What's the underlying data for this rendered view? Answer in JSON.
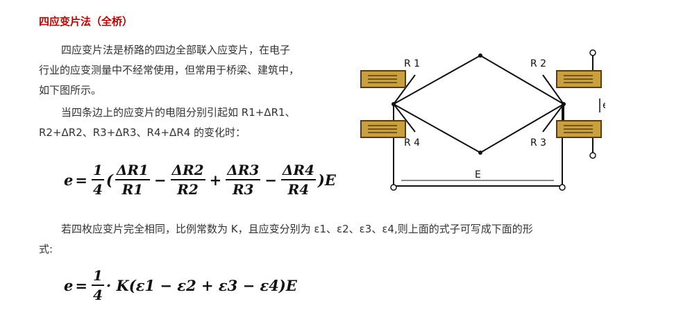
{
  "title": "四应变片法（全桥）",
  "intro": {
    "lines": [
      "四应变片法是桥路的四边全部联入应变片，在电子",
      "行业的应变测量中不经常使用，但常用于桥梁、建筑中，",
      "如下图所示。"
    ]
  },
  "condition": {
    "lines": [
      "当四条边上的应变片的电阻分别引起如 R1+ΔR1、",
      "R2+ΔR2、R3+ΔR3、R4+ΔR4 的变化时："
    ]
  },
  "formula1": {
    "lhs": "e",
    "eq": "=",
    "coef_num": "1",
    "coef_den": "4",
    "open": "(",
    "terms": [
      {
        "sign": "",
        "num": "ΔR1",
        "den": "R1"
      },
      {
        "sign": "−",
        "num": "ΔR2",
        "den": "R2"
      },
      {
        "sign": "+",
        "num": "ΔR3",
        "den": "R3"
      },
      {
        "sign": "−",
        "num": "ΔR4",
        "den": "R4"
      }
    ],
    "close": ")E"
  },
  "same": {
    "lines": [
      "若四枚应变片完全相同，比例常数为 K，且应变分别为 ε1、ε2、ε3、ε4,则上面的式子可写成下面的形",
      "式:"
    ]
  },
  "formula2": {
    "lhs": "e",
    "eq": "=",
    "coef_num": "1",
    "coef_den": "4",
    "rest": "· K(ε1 − ε2 + ε3 − ε4)E"
  },
  "circuit": {
    "labels": {
      "r1": "R 1",
      "r2": "R 2",
      "r3": "R 3",
      "r4": "R 4",
      "e": "e",
      "E": "E"
    },
    "colors": {
      "gauge_fill": "#c8a040",
      "gauge_border": "#5a3a10",
      "wire": "#111111"
    }
  }
}
